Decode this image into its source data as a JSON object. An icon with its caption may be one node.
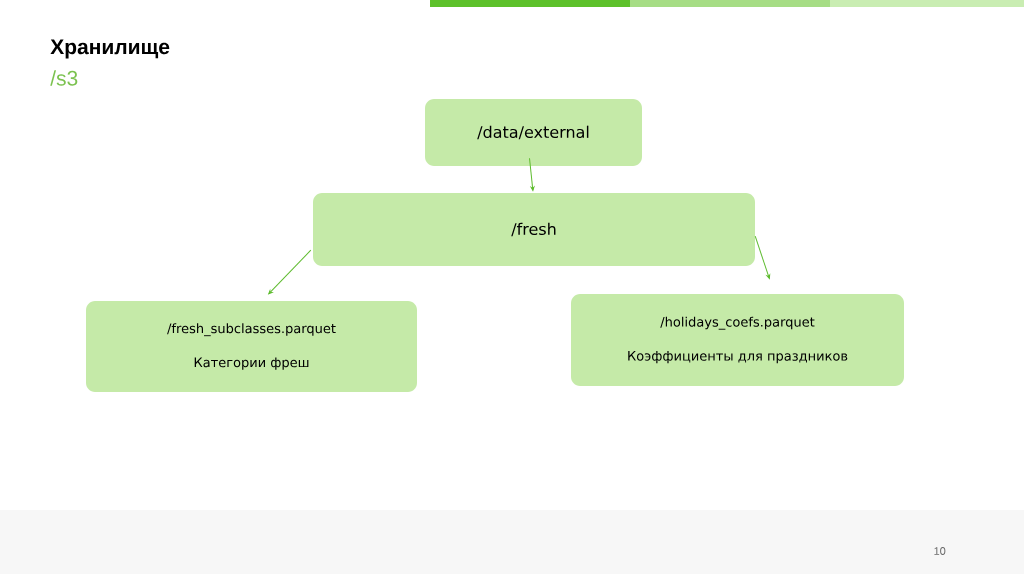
{
  "diagram": {
    "title": "Хранилище",
    "nodes": [
      {
        "text": [
          "/data/external"
        ]
      },
      {
        "text": [
          "/fresh"
        ]
      },
      {
        "text": [
          "/fresh_subclasses.parquet",
          "Категории фреш"
        ]
      },
      {
        "text": [
          "/holidays_coefs.parquet",
          "Коэффициенты для праздников"
        ]
      }
    ],
    "edges": [
      {
        "from": 0,
        "to": 1,
        "arrow": "to"
      },
      {
        "from": 1,
        "to": 2,
        "arrow": "to"
      },
      {
        "from": 1,
        "to": 3,
        "arrow": "to"
      }
    ],
    "labels": [
      "/s3",
      "10"
    ]
  }
}
